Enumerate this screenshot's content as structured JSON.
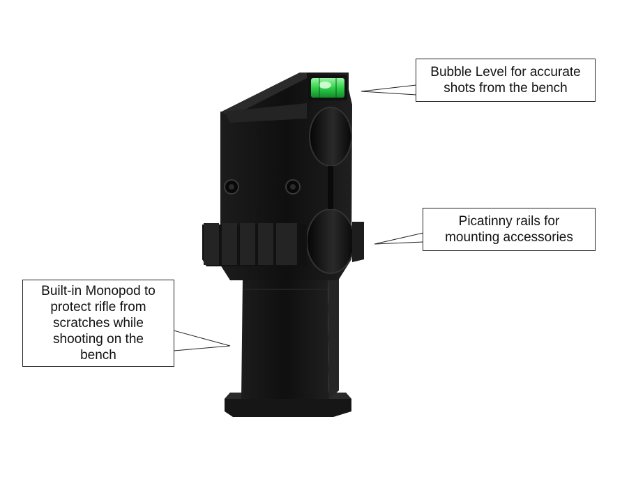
{
  "callouts": {
    "bubble_level": "Bubble Level for accurate\nshots from the bench",
    "picatinny": "Picatinny rails for\nmounting accessories",
    "monopod": "Built-in Monopod to\nprotect rifle from\nscratches while\nshooting on the\nbench"
  },
  "colors": {
    "body": "#121212",
    "bubble_vial": "#2fd14a",
    "background": "#ffffff"
  }
}
